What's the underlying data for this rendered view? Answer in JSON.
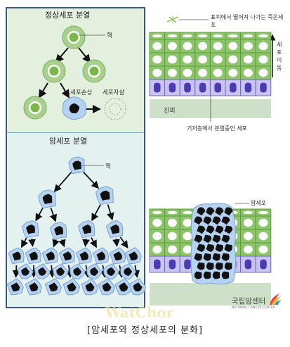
{
  "normal_division": {
    "title": "정상세포 분열",
    "nucleus_label": "핵",
    "damage_label": "세포손상",
    "apoptosis_label": "세포자살"
  },
  "cancer_division": {
    "title": "암세포 분열",
    "nucleus_label": "핵"
  },
  "normal_tissue": {
    "shedding_label": "표피에서 떨어져 나가는 죽은세포",
    "migration_label": "세포이동",
    "dermis_label": "진피",
    "basal_label": "기저층에서 분열중인 세포"
  },
  "cancer_tissue": {
    "cancer_label": "암세포"
  },
  "logo": {
    "name": "국립암센터",
    "sub": "NATIONAL CANCER CENTER"
  },
  "watermark": "WatChor",
  "caption": "[암세포와 정상세포의 분화]",
  "colors": {
    "normal_cell_outer": "#a9d18e",
    "normal_cell_nucleus": "#7ab648",
    "cancer_cell_halo": "#a7c8ef",
    "cancer_cell_nucleus": "#111111",
    "basal_cell": "#b7b2e6",
    "basal_nucleus": "#4b3bb0",
    "dermis": "#cfe0c8",
    "panel_border": "#3b5b7d"
  }
}
